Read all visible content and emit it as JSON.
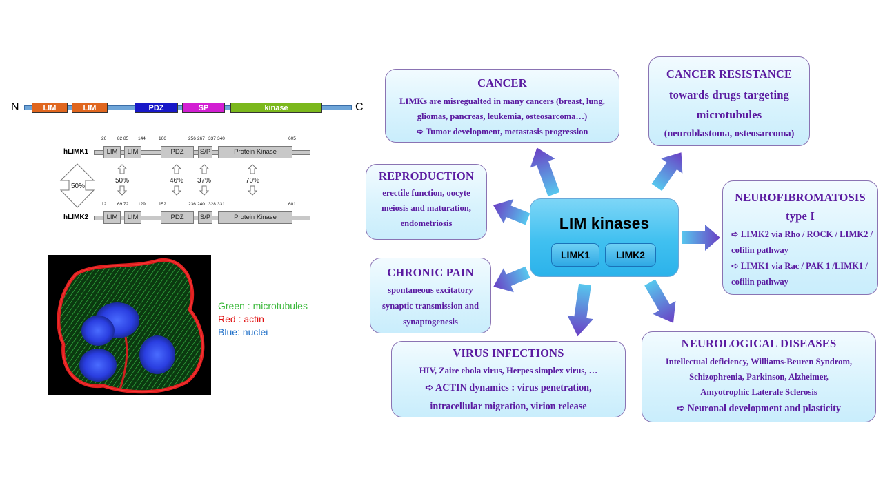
{
  "domains": {
    "n_label": "N",
    "c_label": "C",
    "items": [
      {
        "label": "LIM",
        "color": "#e0661e"
      },
      {
        "label": "LIM",
        "color": "#e0661e"
      },
      {
        "label": "PDZ",
        "color": "#1818c8"
      },
      {
        "label": "SP",
        "color": "#d21ed2"
      },
      {
        "label": "kinase",
        "color": "#7bb81c"
      }
    ]
  },
  "alignment": {
    "limk1": {
      "name": "hLIMK1",
      "boxes": [
        "LIM",
        "LIM",
        "PDZ",
        "S/P",
        "Protein Kinase"
      ],
      "positions": [
        "26",
        "82",
        "85",
        "144",
        "166",
        "256",
        "267",
        "337",
        "340",
        "605"
      ]
    },
    "limk2": {
      "name": "hLIMK2",
      "boxes": [
        "LIM",
        "LIM",
        "PDZ",
        "S/P",
        "Protein Kinase"
      ],
      "positions": [
        "12",
        "69",
        "72",
        "129",
        "152",
        "236",
        "240",
        "328",
        "331",
        "601"
      ]
    },
    "overall_identity": "50%",
    "identities": [
      "50%",
      "46%",
      "37%",
      "70%"
    ]
  },
  "legend": [
    {
      "text": "Green : microtubules",
      "color": "#3cb83c"
    },
    {
      "text": "Red : actin",
      "color": "#e01010"
    },
    {
      "text": "Blue: nuclei",
      "color": "#1e6fc8"
    }
  ],
  "hub": {
    "title": "LIM kinases",
    "limk1": "LIMK1",
    "limk2": "LIMK2"
  },
  "boxes": {
    "cancer": {
      "title": "CANCER",
      "lines": [
        "LIMKs are misregualted in many cancers (breast, lung,",
        "gliomas, pancreas, leukemia, osteosarcoma…)",
        "➪ Tumor development, metastasis progression"
      ]
    },
    "resistance": {
      "lines": [
        "CANCER RESISTANCE",
        "towards drugs targeting",
        "microtubules",
        "(neuroblastoma, osteosarcoma)"
      ]
    },
    "reproduction": {
      "title": "REPRODUCTION",
      "lines": [
        "erectile function, oocyte",
        "meiosis and maturation,",
        "endometriosis"
      ]
    },
    "neurofibromatosis": {
      "title": "NEUROFIBROMATOSIS",
      "subtitle": "type I",
      "lines": [
        "➪ LIMK2 via Rho / ROCK / LIMK2 /",
        "cofilin pathway",
        "➪ LIMK1 via Rac / PAK 1 /LIMK1 /",
        "cofilin pathway"
      ]
    },
    "chronic_pain": {
      "title": "CHRONIC PAIN",
      "lines": [
        "spontaneous excitatory",
        "synaptic transmission and",
        "synaptogenesis"
      ]
    },
    "virus": {
      "title": "VIRUS INFECTIONS",
      "lines": [
        "HIV, Zaire ebola virus, Herpes simplex virus, …"
      ],
      "lines_large": [
        "➪ ACTIN dynamics : virus penetration,",
        "intracellular migration, virion release"
      ]
    },
    "neuro": {
      "title": "NEUROLOGICAL DISEASES",
      "lines": [
        "Intellectual deficiency, Williams-Beuren Syndrom,",
        "Schizophrenia, Parkinson, Alzheimer,",
        "Amyotrophic Laterale Sclerosis"
      ],
      "lines_large": [
        "➪ Neuronal development and plasticity"
      ]
    }
  },
  "colors": {
    "box_text": "#5a1aa0",
    "arrow": "#7a4fc8",
    "hub": "#40c0f0"
  }
}
